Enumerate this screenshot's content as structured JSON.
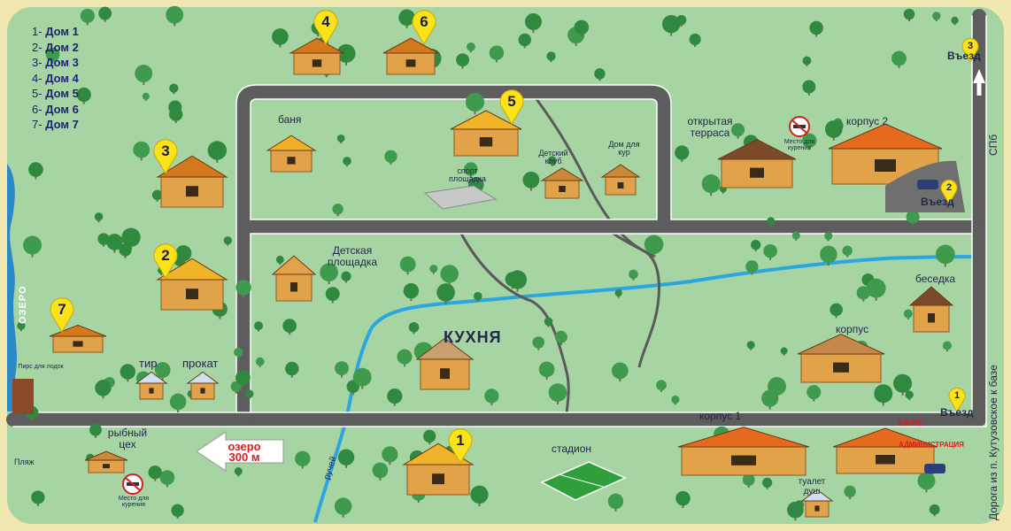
{
  "legend": [
    {
      "num": "1-",
      "label": "Дом 1"
    },
    {
      "num": "2-",
      "label": "Дом 2"
    },
    {
      "num": "3-",
      "label": "Дом 3"
    },
    {
      "num": "4-",
      "label": "Дом 4"
    },
    {
      "num": "5-",
      "label": "Дом 5"
    },
    {
      "num": "6-",
      "label": "Дом 6"
    },
    {
      "num": "7-",
      "label": "Дом 7"
    }
  ],
  "pins": {
    "house1": "1",
    "house2": "2",
    "house3": "3",
    "house4": "4",
    "house5": "5",
    "house6": "6",
    "house7": "7",
    "entry1": "1",
    "entry2": "2",
    "entry3": "3"
  },
  "labels": {
    "banya": "баня",
    "sport": "спорт площадка",
    "kids_club": "Детский клуб",
    "chicken_house": "Дом для кур",
    "open_terrace": "открытая терраса",
    "smoking_top": "Место для курения",
    "korpus2": "корпус 2",
    "entry2": "Въезд",
    "entry3": "Въезд",
    "spb": "СПб",
    "playground": "Детская площадка",
    "kitchen": "КУХНЯ",
    "besedka": "беседка",
    "korpus": "корпус",
    "tir": "тир",
    "prokat": "прокат",
    "pier": "Пирс для лодок",
    "lake": "ОЗЕРО",
    "entry1": "Въезд",
    "road": "Дорога из п. Кутузовское к базе",
    "korpus1": "корпус 1",
    "cafe": "КАФЕ",
    "admin": "АДМИНИСТРАЦИЯ",
    "toilet": "туалет душ",
    "stadium": "стадион",
    "fish": "рыбный цех",
    "smoking_bottom": "Место для курения",
    "arrow_line1": "озеро",
    "arrow_line2": "300 м",
    "stream": "ручей",
    "beach": "Пляж"
  },
  "colors": {
    "grass": "#a6d4a3",
    "road": "#5d5d5d",
    "stream": "#2aa7e0",
    "lake": "#2b89c8",
    "pin": "#fbe219",
    "frame": "#f0e8b0",
    "label": "#22284a",
    "legend_text": "#1e2470",
    "arrow_text": "#d42020"
  },
  "icons": [
    "map-pin-icon",
    "house-icon",
    "tree-icon",
    "car-icon",
    "arrow-up-icon",
    "arrow-left-icon",
    "no-smoking-icon"
  ]
}
